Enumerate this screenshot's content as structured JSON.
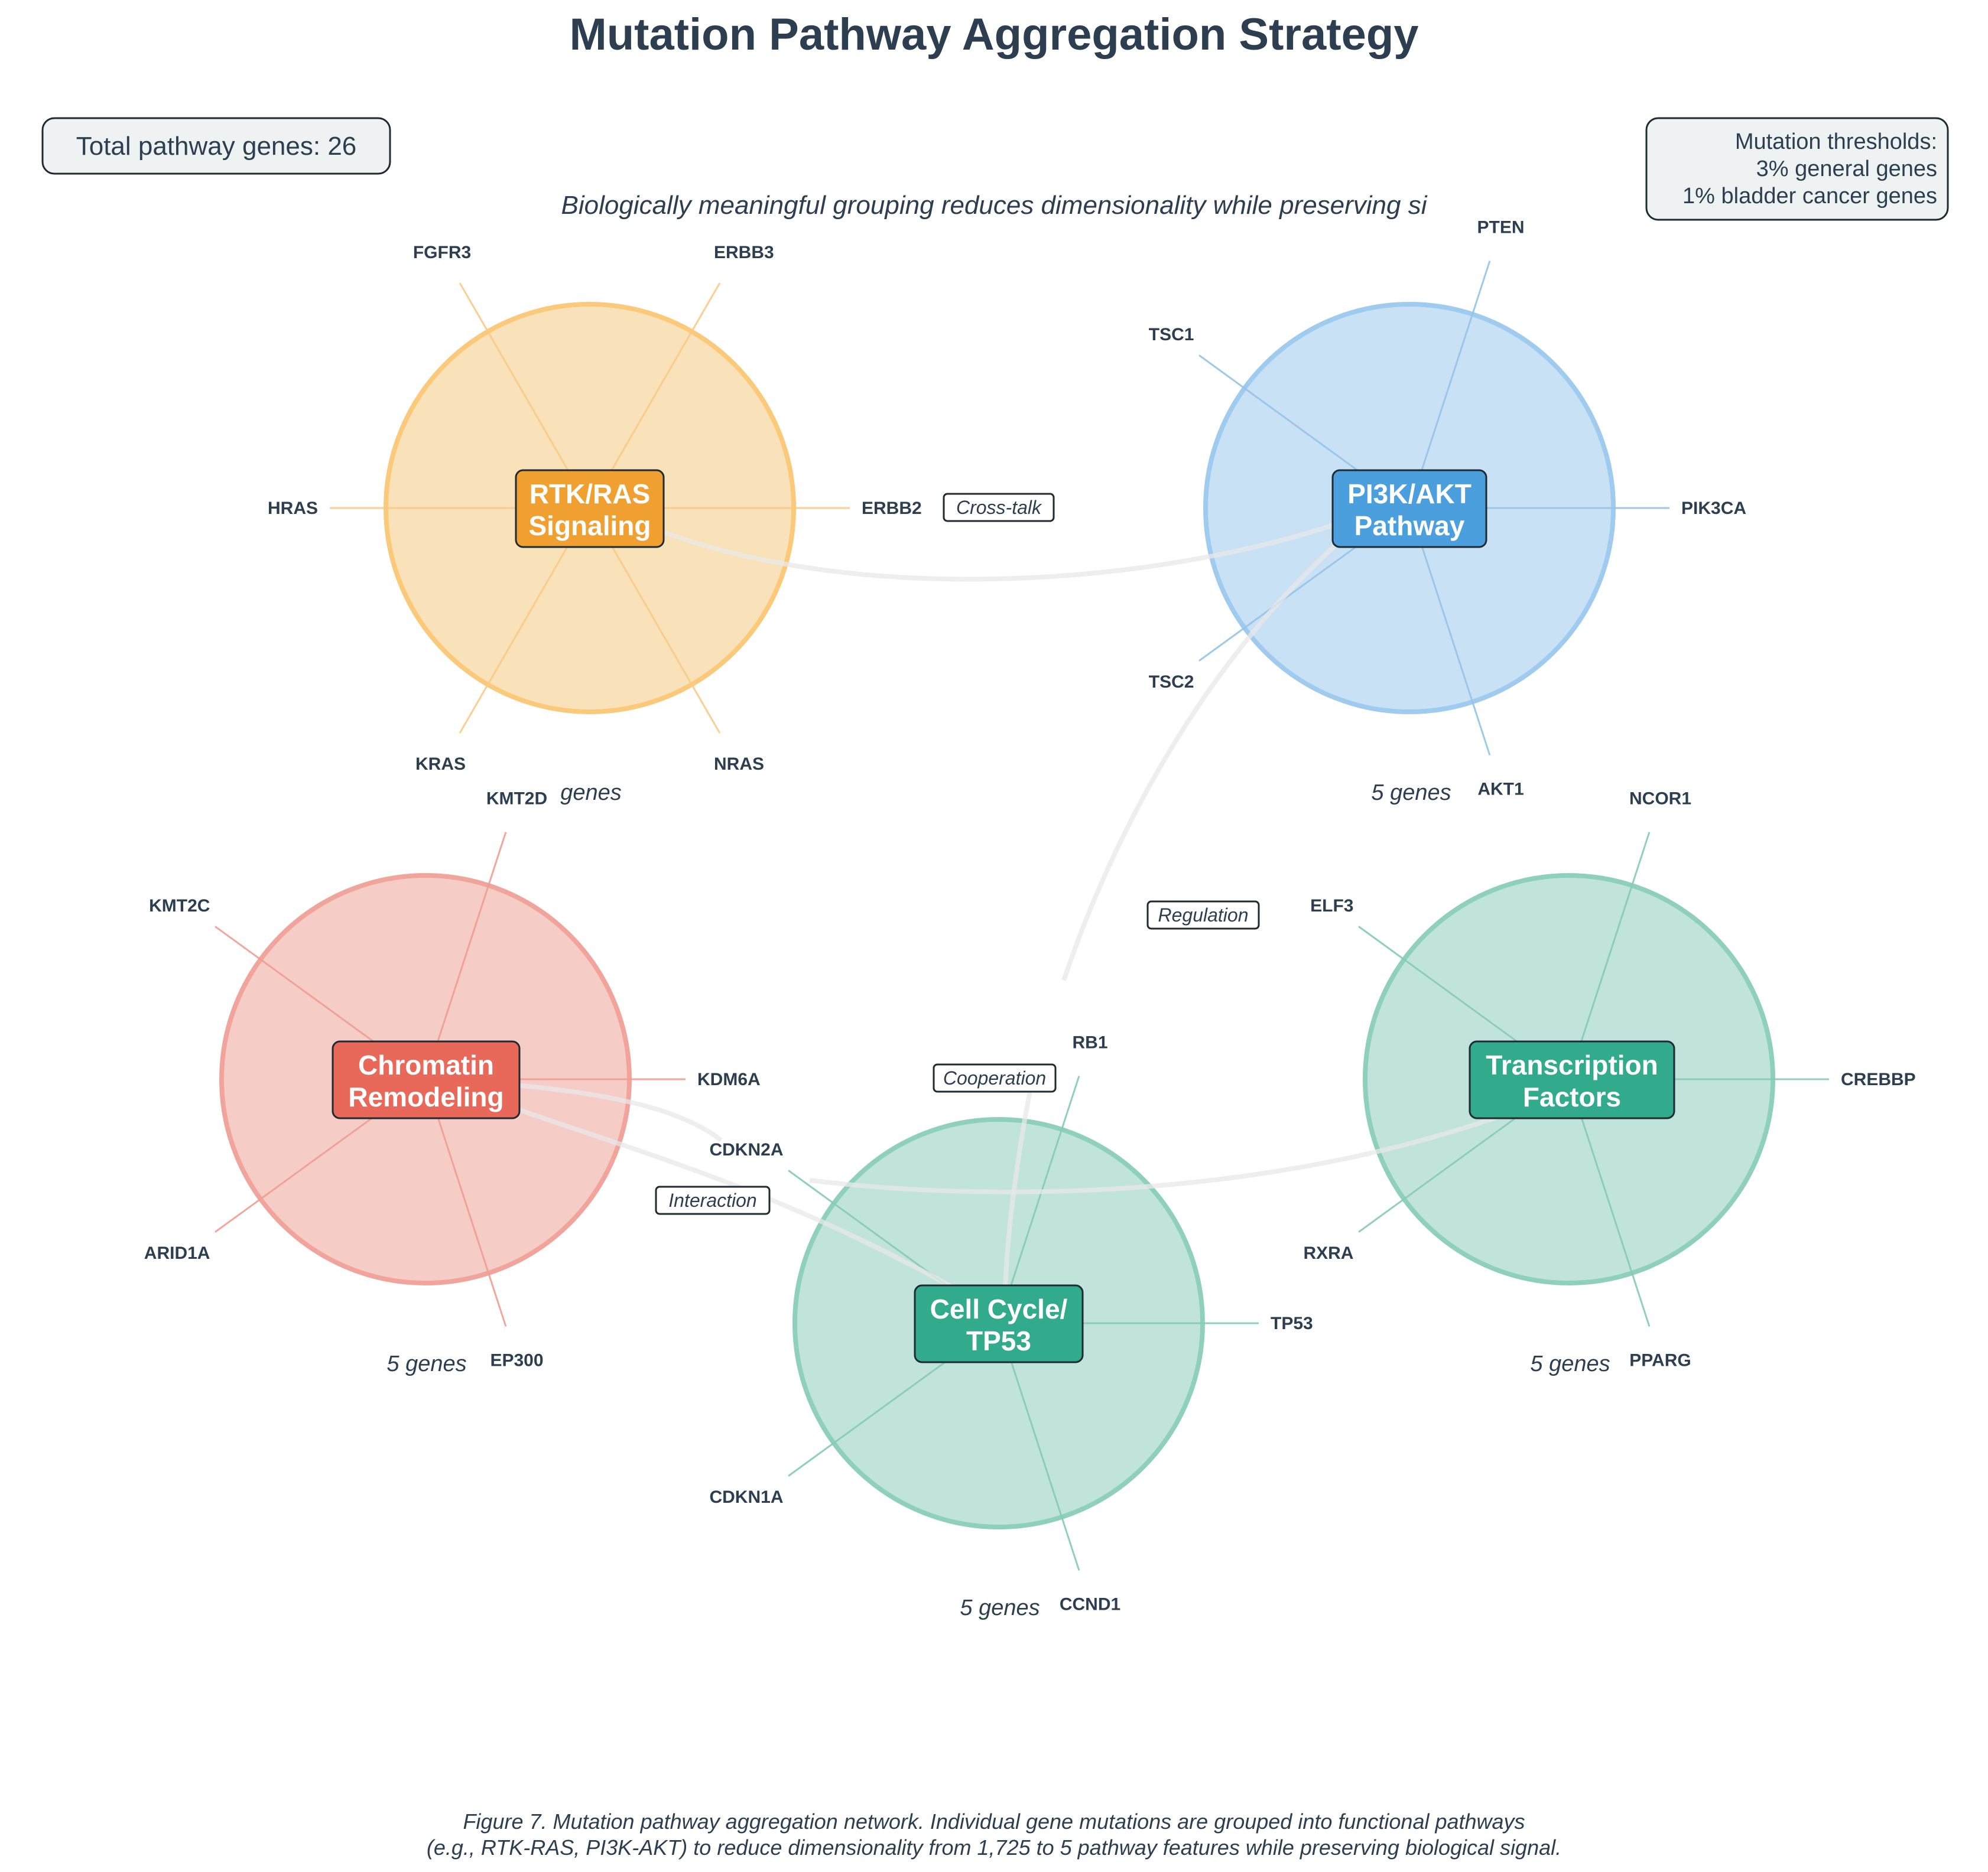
{
  "title": "Mutation Pathway Aggregation Strategy",
  "subtitle": "Biologically meaningful grouping reduces dimensionality while preserving si",
  "total_box": "Total pathway genes: 26",
  "thresholds": {
    "line1": "Mutation thresholds:",
    "line2": "3% general genes",
    "line3": "1% bladder cancer genes"
  },
  "pathways": [
    {
      "id": "rtk",
      "label_line1": "RTK/RAS",
      "label_line2": "Signaling",
      "count_label": "genes",
      "fill": "#f9e0b5",
      "stroke": "#fac97a",
      "box": "#f0a030",
      "ray": "#fbc985",
      "genes": [
        "ERBB2",
        "ERBB3",
        "FGFR3",
        "HRAS",
        "KRAS",
        "NRAS"
      ]
    },
    {
      "id": "pi3k",
      "label_line1": "PI3K/AKT",
      "label_line2": "Pathway",
      "count_label": "5 genes",
      "fill": "#c5dff4",
      "stroke": "#9fcbef",
      "box": "#4a9fdc",
      "ray": "#94c3e9",
      "genes": [
        "PIK3CA",
        "PTEN",
        "TSC1",
        "TSC2",
        "AKT1"
      ]
    },
    {
      "id": "chromatin",
      "label_line1": "Chromatin",
      "label_line2": "Remodeling",
      "count_label": "5 genes",
      "fill": "#f6c9c4",
      "stroke": "#f0a49b",
      "box": "#e8695a",
      "ray": "#f09d91",
      "genes": [
        "KDM6A",
        "KMT2D",
        "KMT2C",
        "ARID1A",
        "EP300"
      ]
    },
    {
      "id": "cellcycle",
      "label_line1": "Cell Cycle/",
      "label_line2": "TP53",
      "count_label": "5 genes",
      "fill": "#bde3d9",
      "stroke": "#8fd0bd",
      "box": "#31ab8c",
      "ray": "#85cab6",
      "genes": [
        "TP53",
        "RB1",
        "CDKN2A",
        "CDKN1A",
        "CCND1"
      ]
    },
    {
      "id": "tf",
      "label_line1": "Transcription",
      "label_line2": "Factors",
      "count_label": "5 genes",
      "fill": "#bde3d9",
      "stroke": "#8fd0bd",
      "box": "#31ab8c",
      "ray": "#85cab6",
      "genes": [
        "CREBBP",
        "NCOR1",
        "ELF3",
        "RXRA",
        "PPARG"
      ]
    }
  ],
  "links": [
    {
      "label": "Cross-talk"
    },
    {
      "label": "Regulation"
    },
    {
      "label": "Cooperation"
    },
    {
      "label": "Interaction"
    }
  ],
  "caption": {
    "line1": "Figure 7. Mutation pathway aggregation network. Individual gene mutations are grouped into functional pathways",
    "line2": "(e.g., RTK-RAS, PI3K-AKT) to reduce dimensionality from 1,725 to 5 pathway features while preserving biological signal."
  },
  "colors": {
    "text": "#2c3e50",
    "box_fill": "#eef2f2"
  }
}
